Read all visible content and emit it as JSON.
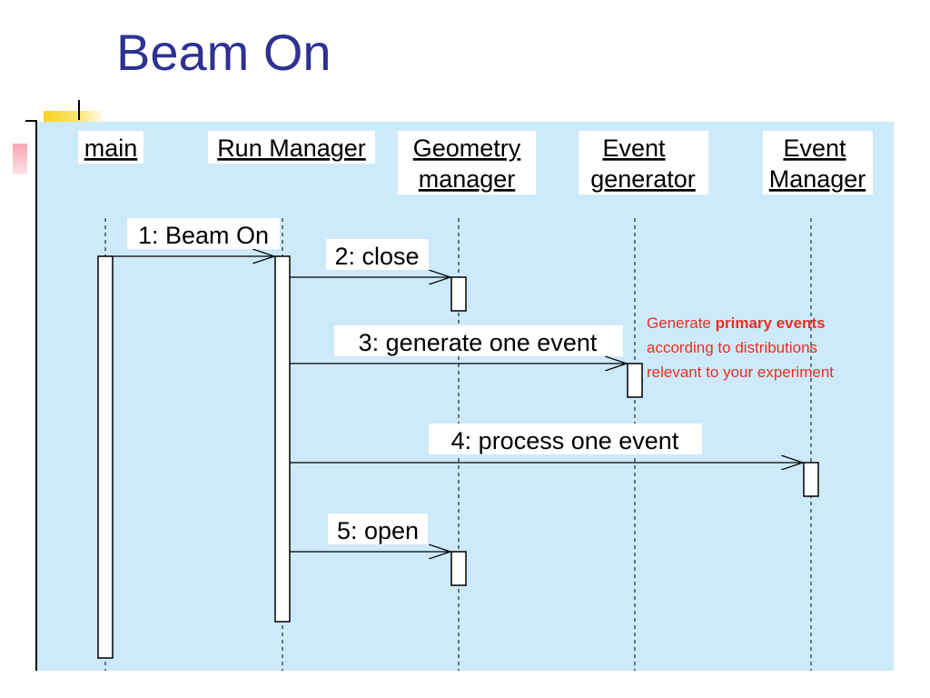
{
  "slide": {
    "title": "Beam On"
  },
  "objects": [
    {
      "id": "main",
      "line1": "main",
      "line2": ""
    },
    {
      "id": "run-manager",
      "line1": "Run Manager",
      "line2": ""
    },
    {
      "id": "geometry-manager",
      "line1": "Geometry",
      "line2": "manager"
    },
    {
      "id": "event-generator",
      "line1": "Event",
      "line2": "generator"
    },
    {
      "id": "event-manager",
      "line1": "Event",
      "line2": "Manager"
    }
  ],
  "messages": [
    {
      "label": "1: Beam On",
      "from": "main",
      "to": "run-manager"
    },
    {
      "label": "2: close",
      "from": "run-manager",
      "to": "geometry-manager"
    },
    {
      "label": "3: generate one event",
      "from": "run-manager",
      "to": "event-generator"
    },
    {
      "label": "4: process one event",
      "from": "run-manager",
      "to": "event-manager"
    },
    {
      "label": "5: open",
      "from": "run-manager",
      "to": "geometry-manager"
    }
  ],
  "note": {
    "prefix": "Generate ",
    "bold": "primary events",
    "line2": "according to distributions",
    "line3": "relevant to your experiment",
    "color": "#e8301e"
  },
  "colors": {
    "title": "#2e3192",
    "diagram_background": "#cdeafb"
  }
}
